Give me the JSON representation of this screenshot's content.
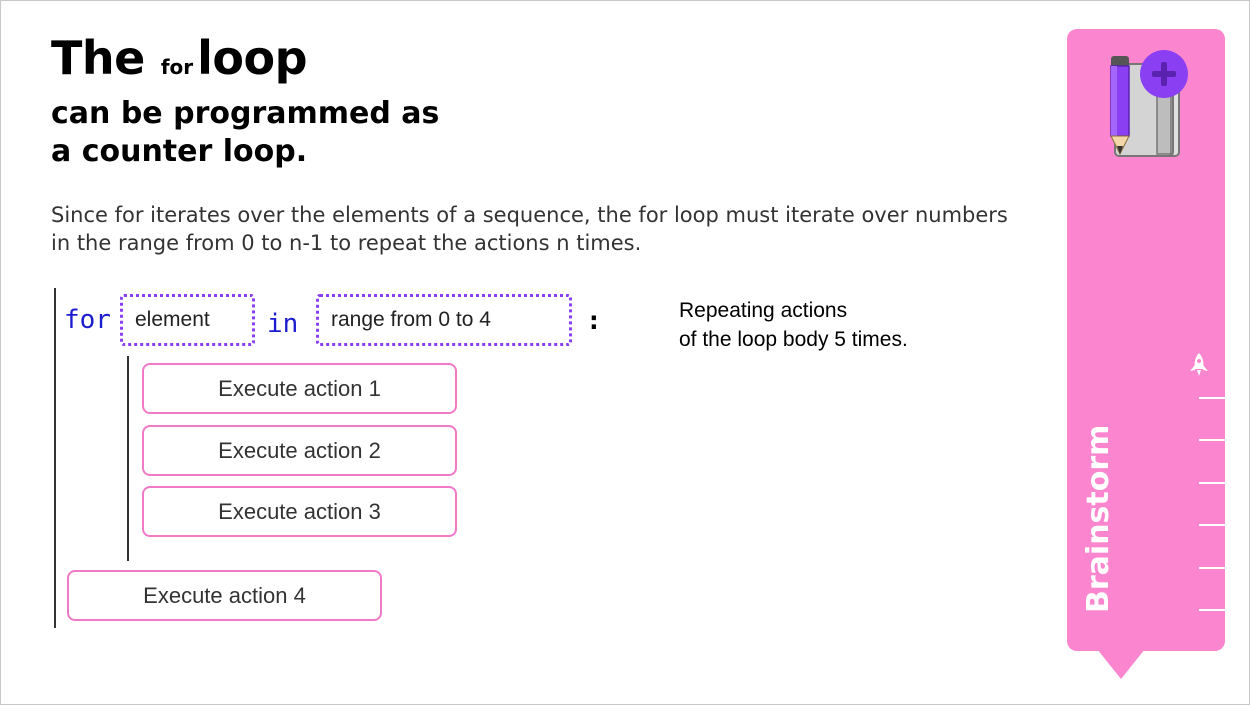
{
  "title": {
    "word1": "The",
    "keyword": "for",
    "word2": "loop"
  },
  "subtitle": {
    "line1": "can be programmed as",
    "line2": "a counter loop."
  },
  "description": "Since for iterates over the elements of a sequence, the for loop must iterate over numbers in the range from 0 to n-1 to repeat the actions n times.",
  "code": {
    "kw_for": "for",
    "var_box": "element",
    "kw_in": "in",
    "range_box": "range from 0 to 4",
    "colon": ":"
  },
  "note": {
    "line1": "Repeating actions",
    "line2": "of the loop body 5 times."
  },
  "actions": [
    "Execute action 1",
    "Execute action 2",
    "Execute action 3",
    "Execute action 4"
  ],
  "panel": {
    "label": "Brainstorm",
    "icon": "pencil-notebook-plus-icon",
    "marker_icon": "rocket-icon",
    "color": "#fb86cf"
  },
  "colors": {
    "keyword": "#1c1ccf",
    "dotted_border": "#8a3ff2",
    "action_border": "#f07ac6"
  }
}
